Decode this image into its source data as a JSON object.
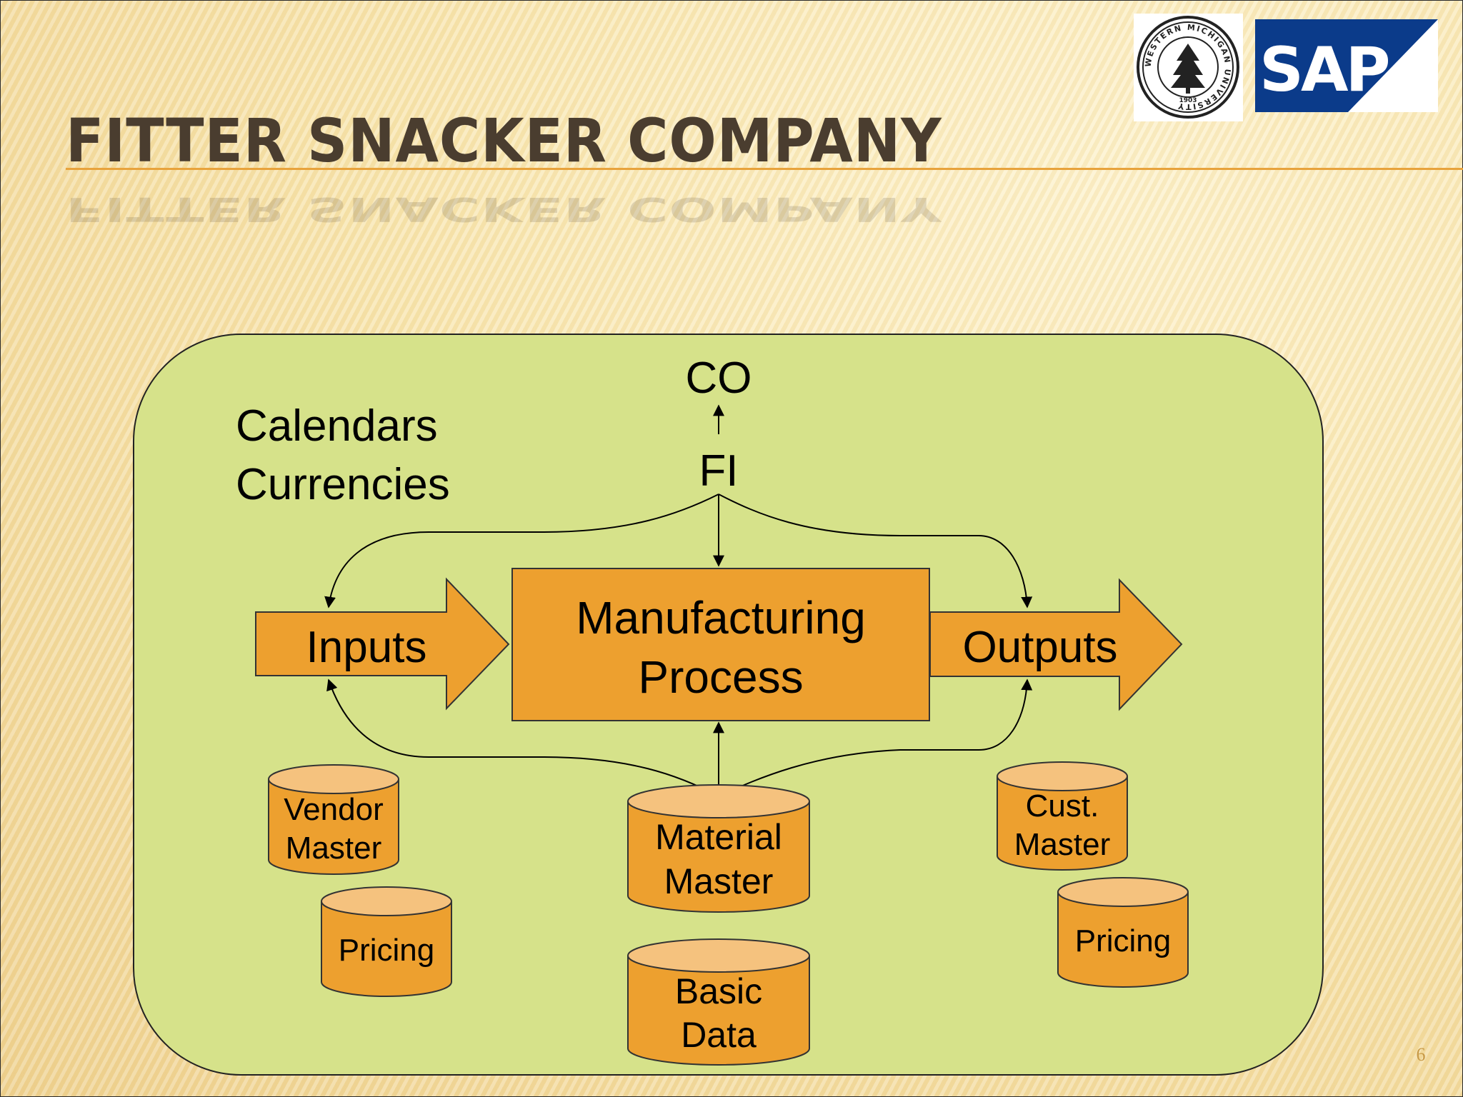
{
  "title": "FITTER SNACKER COMPANY",
  "logos": {
    "seal": "WESTERN MICHIGAN UNIVERSITY",
    "seal_year": "1903",
    "sap": "SAP"
  },
  "diagram": {
    "co_label": "CO",
    "fi_label": "FI",
    "settings": [
      "Calendars",
      "Currencies"
    ],
    "inputs_label": "Inputs",
    "process_lines": [
      "Manufacturing",
      "Process"
    ],
    "outputs_label": "Outputs",
    "databases": {
      "vendor_master": [
        "Vendor",
        "Master"
      ],
      "vendor_pricing": [
        "Pricing"
      ],
      "material_master": [
        "Material",
        "Master"
      ],
      "basic_data": [
        "Basic",
        "Data"
      ],
      "cust_master": [
        "Cust.",
        "Master"
      ],
      "cust_pricing": [
        "Pricing"
      ]
    }
  },
  "colors": {
    "panel": "#d6e28a",
    "shape_fill": "#eda02f",
    "cylinder_top": "#f5c27e",
    "title_text": "#4a3d2f",
    "accent_rule": "#e8a33c",
    "sap_blue": "#0b3b8a"
  },
  "page_number": "6"
}
